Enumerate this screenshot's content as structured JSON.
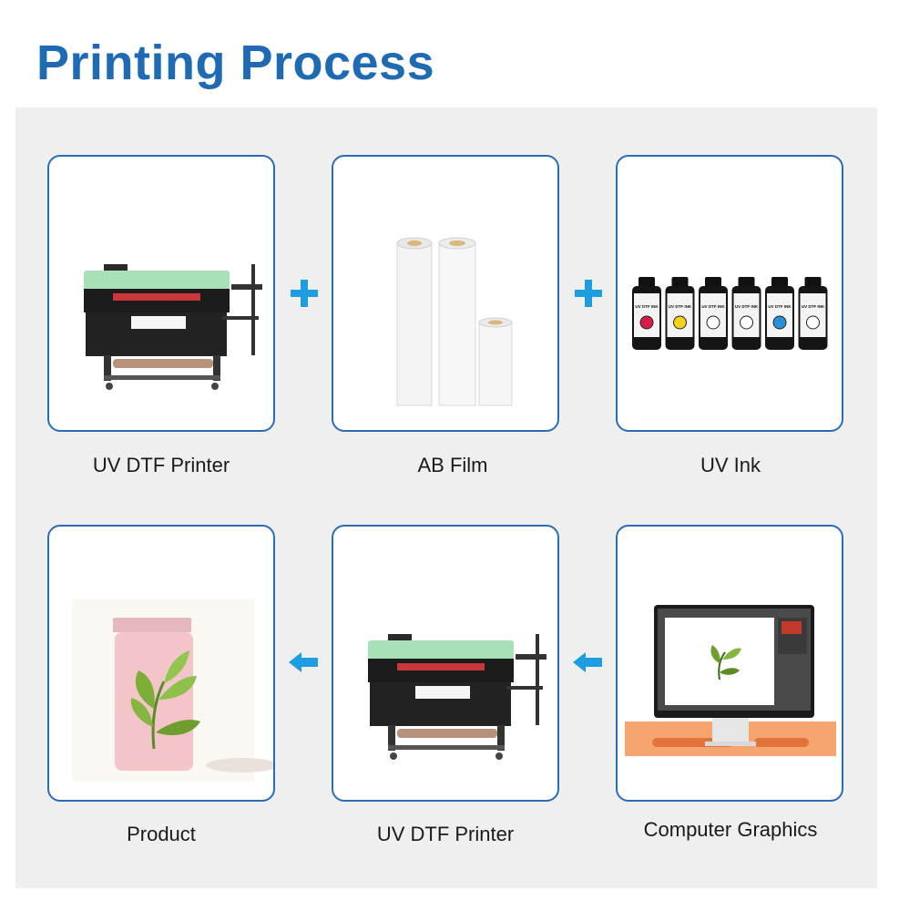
{
  "page": {
    "title": "Printing Process"
  },
  "accent_color": "#2a6db5",
  "connector_color": "#1e9ee0",
  "steps": [
    {
      "caption": "UV DTF Printer",
      "icon": "printer-icon"
    },
    {
      "caption": "AB Film",
      "icon": "film-roll-icon"
    },
    {
      "caption": "UV Ink",
      "icon": "ink-bottle-icon"
    },
    {
      "caption": "Product",
      "icon": "tin-box-icon"
    },
    {
      "caption": "UV DTF Printer",
      "icon": "printer-icon"
    },
    {
      "caption": "Computer Graphics",
      "icon": "monitor-icon"
    }
  ],
  "ink_bottles": {
    "labels": [
      "UV DTF INK",
      "UV DTF INK",
      "UV DTF INK",
      "UV DTF INK",
      "UV DTF INK",
      "UV DTF INK"
    ],
    "colors": [
      "#d81b4b",
      "#f2d21b",
      "#ffffff",
      "#ffffff",
      "#2a8fd6",
      "#ffffff"
    ]
  },
  "connectors": [
    "plus-icon",
    "plus-icon",
    "arrow-left-icon",
    "arrow-left-icon"
  ]
}
